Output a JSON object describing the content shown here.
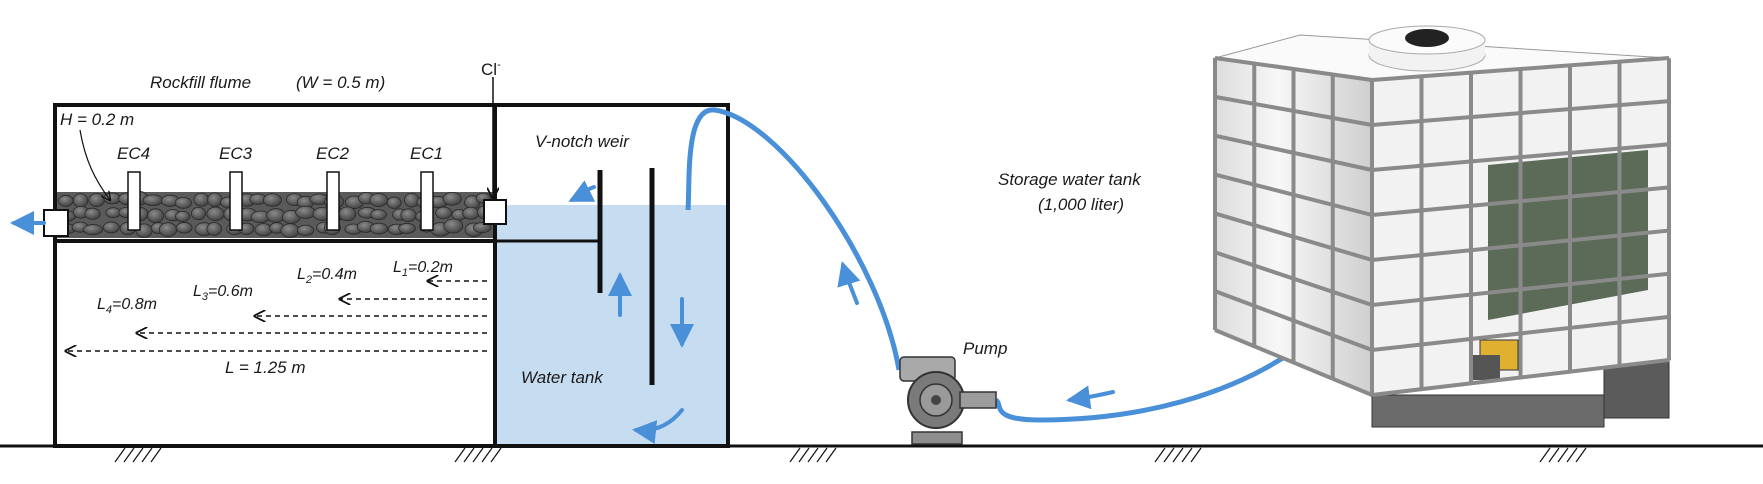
{
  "diagram": {
    "labels": {
      "flume_title": "Rockfill flume",
      "flume_width": "(W = 0.5 m)",
      "chloride": "Cl",
      "chloride_sup": "-",
      "height": "H = 0.2 m",
      "weir": "V-notch weir",
      "water_tank": "Water tank",
      "pump": "Pump",
      "storage_line1": "Storage water tank",
      "storage_line2": "(1,000 liter)",
      "total_length": "L = 1.25 m"
    },
    "sensors": [
      {
        "label": "EC4"
      },
      {
        "label": "EC3"
      },
      {
        "label": "EC2"
      },
      {
        "label": "EC1"
      }
    ],
    "distances": [
      {
        "main": "L",
        "sub": "1",
        "value": "=0.2m"
      },
      {
        "main": "L",
        "sub": "2",
        "value": "=0.4m"
      },
      {
        "main": "L",
        "sub": "3",
        "value": "=0.6m"
      },
      {
        "main": "L",
        "sub": "4",
        "value": "=0.8m"
      }
    ],
    "colors": {
      "flow": "#4a90d9",
      "water": "#c6dcf0",
      "structure": "#111111"
    }
  }
}
